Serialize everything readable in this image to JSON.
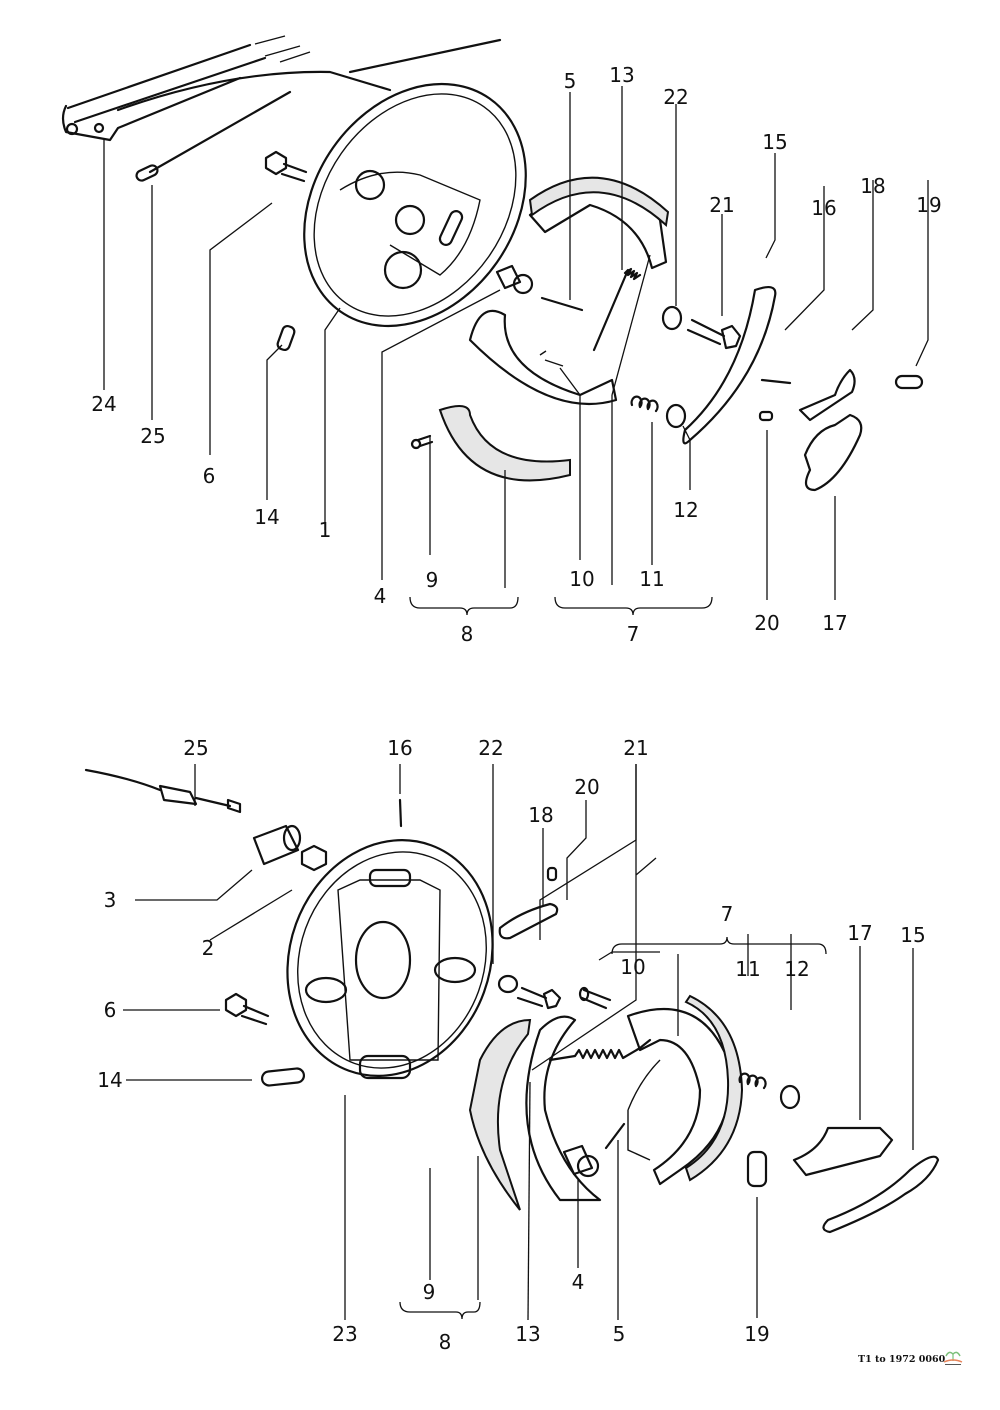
{
  "diagram": {
    "title": "Brake backing plate, shoes and handbrake linkage (exploded view)",
    "footer_text": "T1 to 1972 0060",
    "logo": "palm-tree-logo",
    "colors": {
      "ink": "#111111",
      "paper": "#ffffff",
      "logo_green": "#7cc07a",
      "logo_orange": "#e8845a"
    },
    "upper_view": {
      "callouts": [
        "5",
        "13",
        "22",
        "15",
        "21",
        "16",
        "18",
        "19",
        "24",
        "25",
        "6",
        "14",
        "1",
        "4",
        "9",
        "8",
        "10",
        "11",
        "7",
        "12",
        "20",
        "17"
      ],
      "groups": [
        {
          "label": "8",
          "members": [
            "9",
            "shoe lining"
          ]
        },
        {
          "label": "7",
          "members": [
            "10",
            "13",
            "11"
          ]
        }
      ]
    },
    "lower_view": {
      "callouts": [
        "25",
        "16",
        "22",
        "21",
        "20",
        "18",
        "3",
        "2",
        "7",
        "10",
        "11",
        "12",
        "17",
        "15",
        "6",
        "14",
        "23",
        "9",
        "8",
        "13",
        "4",
        "5",
        "19"
      ],
      "groups": [
        {
          "label": "8",
          "members": [
            "9",
            "shoe lining"
          ]
        },
        {
          "label": "7",
          "members": [
            "10",
            "brake shoe",
            "11",
            "12"
          ]
        }
      ]
    }
  }
}
